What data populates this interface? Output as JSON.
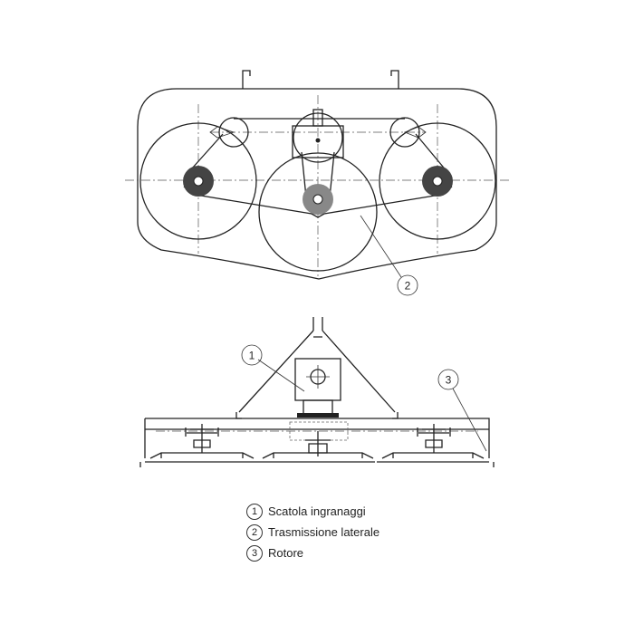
{
  "callouts": [
    {
      "number": "1"
    },
    {
      "number": "2"
    },
    {
      "number": "3"
    }
  ],
  "legend": [
    {
      "number": "1",
      "label": "Scatola ingranaggi"
    },
    {
      "number": "2",
      "label": "Trasmissione laterale"
    },
    {
      "number": "3",
      "label": "Rotore"
    }
  ],
  "colors": {
    "line": "#222222",
    "pulley_outer": "#444444",
    "pulley_center": "#888888",
    "background": "#ffffff"
  }
}
